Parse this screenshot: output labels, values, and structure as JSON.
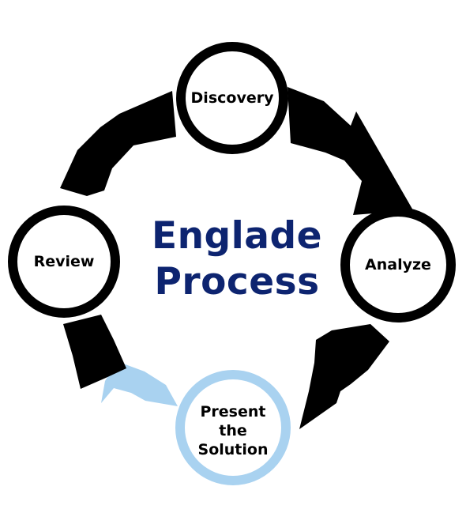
{
  "title": {
    "line1": "Englade",
    "line2": "Process"
  },
  "steps": [
    {
      "label": "Discovery"
    },
    {
      "label": "Analyze"
    },
    {
      "label": "Present the Solution",
      "lines": [
        "Present",
        "the",
        "Solution"
      ]
    },
    {
      "label": "Review"
    }
  ],
  "colors": {
    "dark": "#000000",
    "highlight": "#a9d2f0",
    "title": "#0d2470",
    "text": "#000000"
  }
}
